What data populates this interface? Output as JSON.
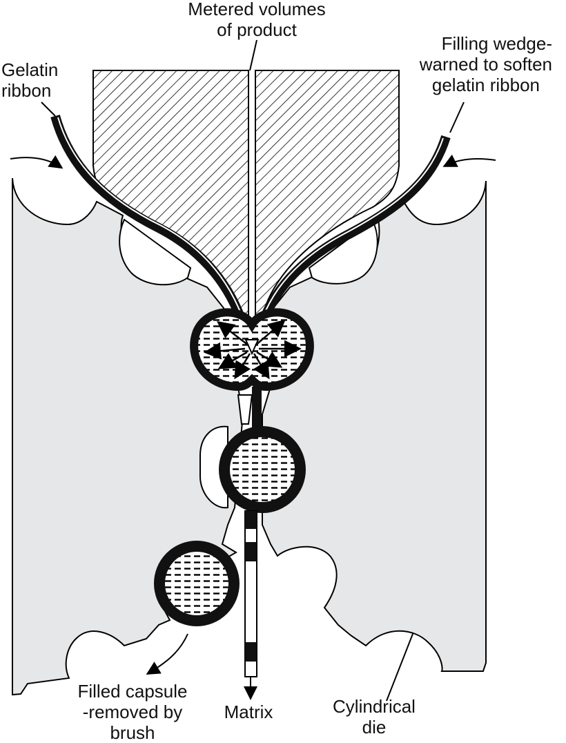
{
  "labels": {
    "metered_1": "Metered volumes",
    "metered_2": "of product",
    "gelatin_1": "Gelatin",
    "gelatin_2": "ribbon",
    "wedge_1": "Filling wedge-",
    "wedge_2": "warned to soften",
    "wedge_3": "gelatin ribbon",
    "capsule_1": "Filled capsule",
    "capsule_2": "-removed by",
    "capsule_3": "brush",
    "matrix": "Matrix",
    "die_1": "Cylindrical",
    "die_2": "die"
  },
  "colors": {
    "die_fill": "#e6e7e8",
    "ribbon": "#111111",
    "outline": "#000000",
    "background": "#ffffff"
  }
}
